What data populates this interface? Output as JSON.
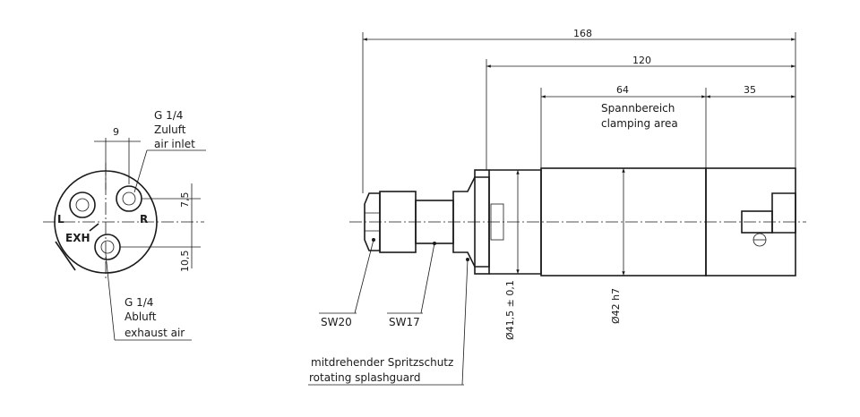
{
  "end_view": {
    "dim_top": "9",
    "dim_upper": "7,5",
    "dim_lower": "10,5",
    "inlet_callout": [
      "G 1/4",
      "Zuluft",
      "air inlet"
    ],
    "exhaust_callout": [
      "G 1/4",
      "Abluft",
      "exhaust air"
    ],
    "port_left": "L",
    "port_right": "R",
    "port_exh": "EXH"
  },
  "side_view": {
    "dim_overall": "168",
    "dim_body": "120",
    "dim_clamp": "64",
    "dim_rear": "35",
    "clamp_label": [
      "Spannbereich",
      "clamping area"
    ],
    "dia_collar": "Ø41,5 ± 0,1",
    "dia_body": "Ø42 h7",
    "wrench_20": "SW20",
    "wrench_17": "SW17",
    "splash_label": [
      "mitdrehender Spritzschutz",
      "rotating splashguard"
    ]
  }
}
